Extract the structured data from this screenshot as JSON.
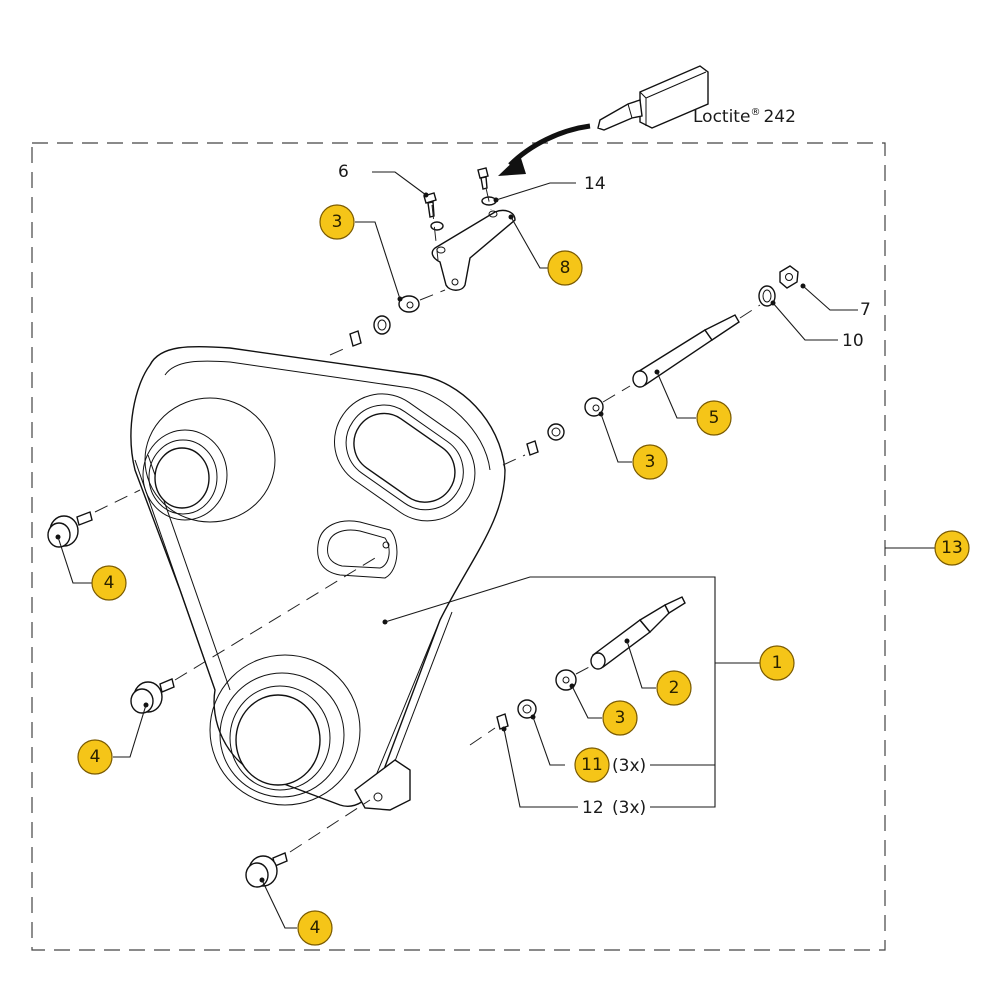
{
  "diagram": {
    "type": "exploded-parts-view",
    "balloon_color": "#F5C518",
    "balloon_stroke": "#7a5a00",
    "adhesive_note": {
      "label": "Loctite",
      "mark": "®",
      "number": "242"
    },
    "balloons": [
      {
        "id": "b1",
        "text": "1"
      },
      {
        "id": "b2",
        "text": "2"
      },
      {
        "id": "b3a",
        "text": "3"
      },
      {
        "id": "b3b",
        "text": "3"
      },
      {
        "id": "b3c",
        "text": "3"
      },
      {
        "id": "b4a",
        "text": "4"
      },
      {
        "id": "b4b",
        "text": "4"
      },
      {
        "id": "b4c",
        "text": "4"
      },
      {
        "id": "b5",
        "text": "5"
      },
      {
        "id": "b8",
        "text": "8"
      },
      {
        "id": "b11",
        "text": "11"
      },
      {
        "id": "b13",
        "text": "13"
      }
    ],
    "plain_labels": [
      {
        "id": "l6",
        "text": "6"
      },
      {
        "id": "l7",
        "text": "7"
      },
      {
        "id": "l10",
        "text": "10"
      },
      {
        "id": "l12",
        "text": "12"
      },
      {
        "id": "l14",
        "text": "14"
      }
    ],
    "quantities": {
      "q11": "(3x)",
      "q12": "(3x)"
    }
  }
}
